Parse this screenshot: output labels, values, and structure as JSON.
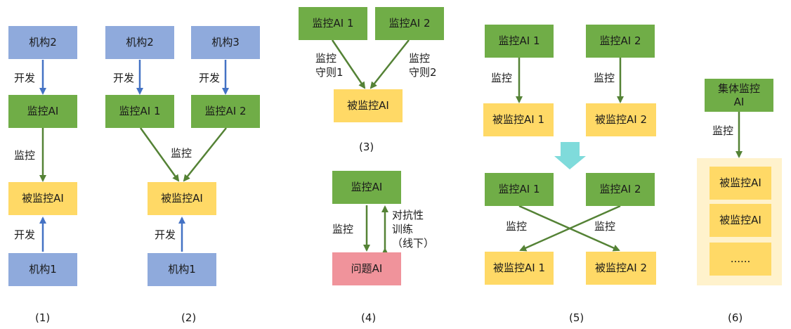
{
  "colors": {
    "developer": "#8faadc",
    "monitor": "#70ad47",
    "monitored": "#ffd966",
    "problem": "#f0939b",
    "group_bg": "#fff2cc",
    "transition_arrow": "#7fdbdb",
    "edge_develop": "#4472c4",
    "edge_monitor": "#548235"
  },
  "d1": {
    "top": "机构2",
    "mid": "监控AI",
    "bot": "被监控AI",
    "base": "机构1",
    "e_develop_top": "开发",
    "e_monitor": "监控",
    "e_develop_bot": "开发",
    "caption": "(1)"
  },
  "d2": {
    "org_a": "机构2",
    "org_b": "机构3",
    "ai_1": "监控AI 1",
    "ai_2": "监控AI 2",
    "target": "被监控AI",
    "base": "机构1",
    "e_develop_a": "开发",
    "e_develop_b": "开发",
    "e_monitor": "监控",
    "e_develop_bot": "开发",
    "caption": "(2)"
  },
  "d3": {
    "ai_1": "监控AI 1",
    "ai_2": "监控AI 2",
    "target": "被监控AI",
    "rule_1": [
      "监控",
      "守则1"
    ],
    "rule_2": [
      "监控",
      "守则2"
    ],
    "caption": "(3)"
  },
  "d4": {
    "monitor": "监控AI",
    "problem": "问题AI",
    "e_monitor": "监控",
    "e_adv": [
      "对抗性",
      "训练",
      "（线下）"
    ],
    "caption": "(4)"
  },
  "d5": {
    "ai_1": "监控AI 1",
    "ai_2": "监控AI 2",
    "t_1": "被监控AI 1",
    "t_2": "被监控AI 2",
    "e_1": "监控",
    "e_2": "监控",
    "ai_1b": "监控AI 1",
    "ai_2b": "监控AI 2",
    "t_1b": "被监控AI 1",
    "t_2b": "被监控AI 2",
    "e_1b": "监控",
    "e_2b": "监控",
    "caption": "(5)"
  },
  "d6": {
    "monitor": [
      "集体监控",
      "AI"
    ],
    "e_monitor": "监控",
    "items": [
      "被监控AI",
      "被监控AI",
      "......"
    ],
    "caption": "(6)"
  }
}
